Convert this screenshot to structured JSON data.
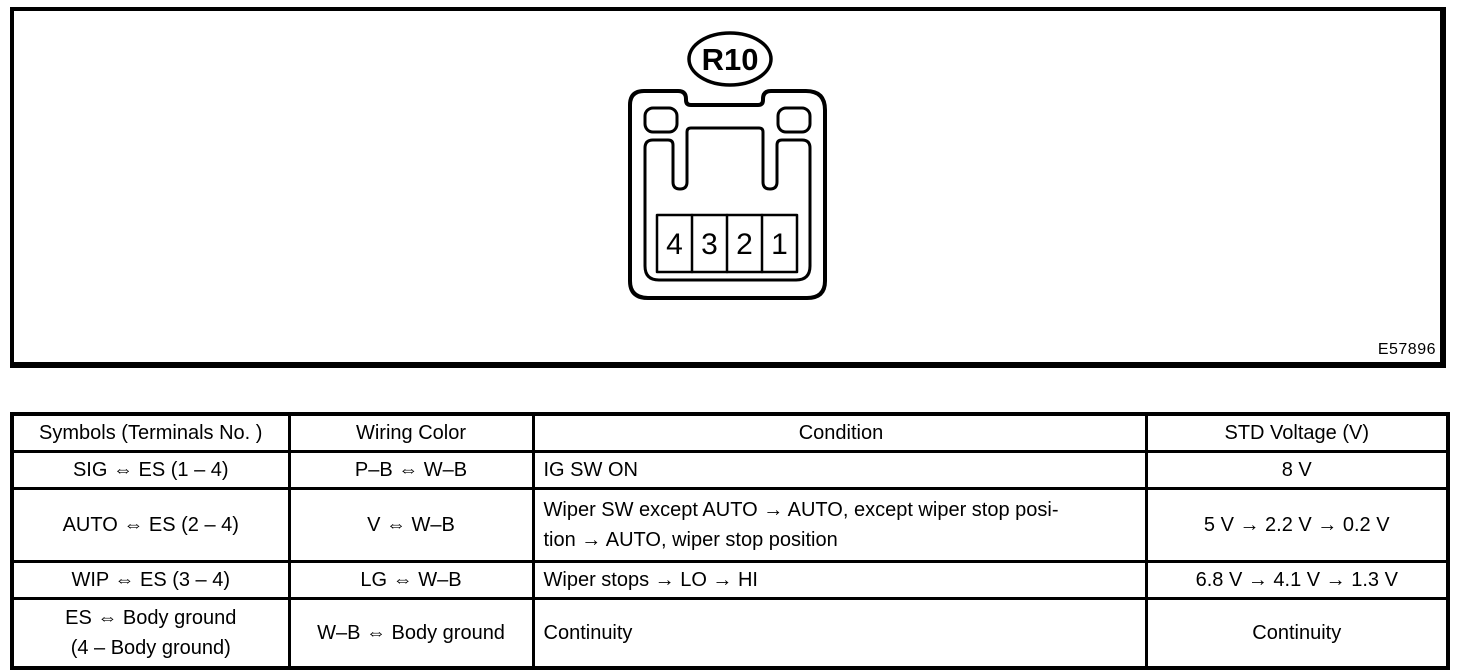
{
  "figure": {
    "connector_label": "R10",
    "pin_numbers": [
      "4",
      "3",
      "2",
      "1"
    ],
    "figure_code": "E57896"
  },
  "table": {
    "headers": {
      "symbols": "Symbols (Terminals No. )",
      "wiring": "Wiring Color",
      "condition": "Condition",
      "voltage": "STD Voltage (V)"
    },
    "rows": [
      {
        "symbols": "SIG ⇔ ES (1 – 4)",
        "wiring": "P–B ⇔ W–B",
        "condition": "IG SW ON",
        "voltage": "8 V"
      },
      {
        "symbols": "AUTO ⇔ ES (2 – 4)",
        "wiring": "V ⇔ W–B",
        "condition": "Wiper SW except AUTO → AUTO, except wiper stop posi-\ntion → AUTO, wiper stop position",
        "voltage": "5 V → 2.2 V → 0.2 V"
      },
      {
        "symbols": "WIP ⇔ ES (3 – 4)",
        "wiring": "LG ⇔ W–B",
        "condition": "Wiper stops → LO → HI",
        "voltage": "6.8 V → 4.1 V → 1.3 V"
      },
      {
        "symbols": "ES ⇔ Body ground\n(4 – Body ground)",
        "wiring": "W–B ⇔ Body ground",
        "condition": "Continuity",
        "voltage": "Continuity"
      }
    ]
  }
}
